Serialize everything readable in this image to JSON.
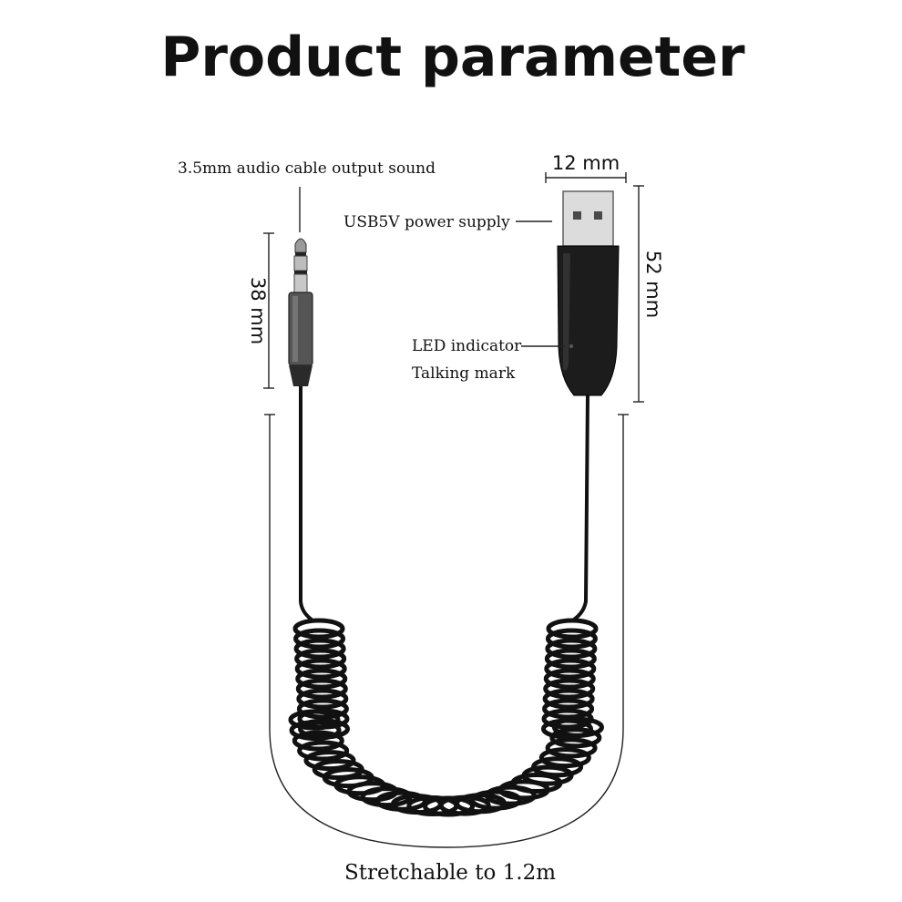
{
  "title": "Product parameter",
  "labels": {
    "jack_top": "3.5mm audio cable output sound",
    "usb_power": "USB5V power supply",
    "led_line1": "LED indicator",
    "led_line2": "Talking mark",
    "stretch": "Stretchable to 1.2m"
  },
  "dimensions": {
    "usb_width": "12 mm",
    "usb_length": "52 mm",
    "jack_length": "38 mm"
  },
  "colors": {
    "cable": "#111111",
    "usb_metal": "#d9d9d9",
    "jack_gold": "#b9b9b9"
  }
}
